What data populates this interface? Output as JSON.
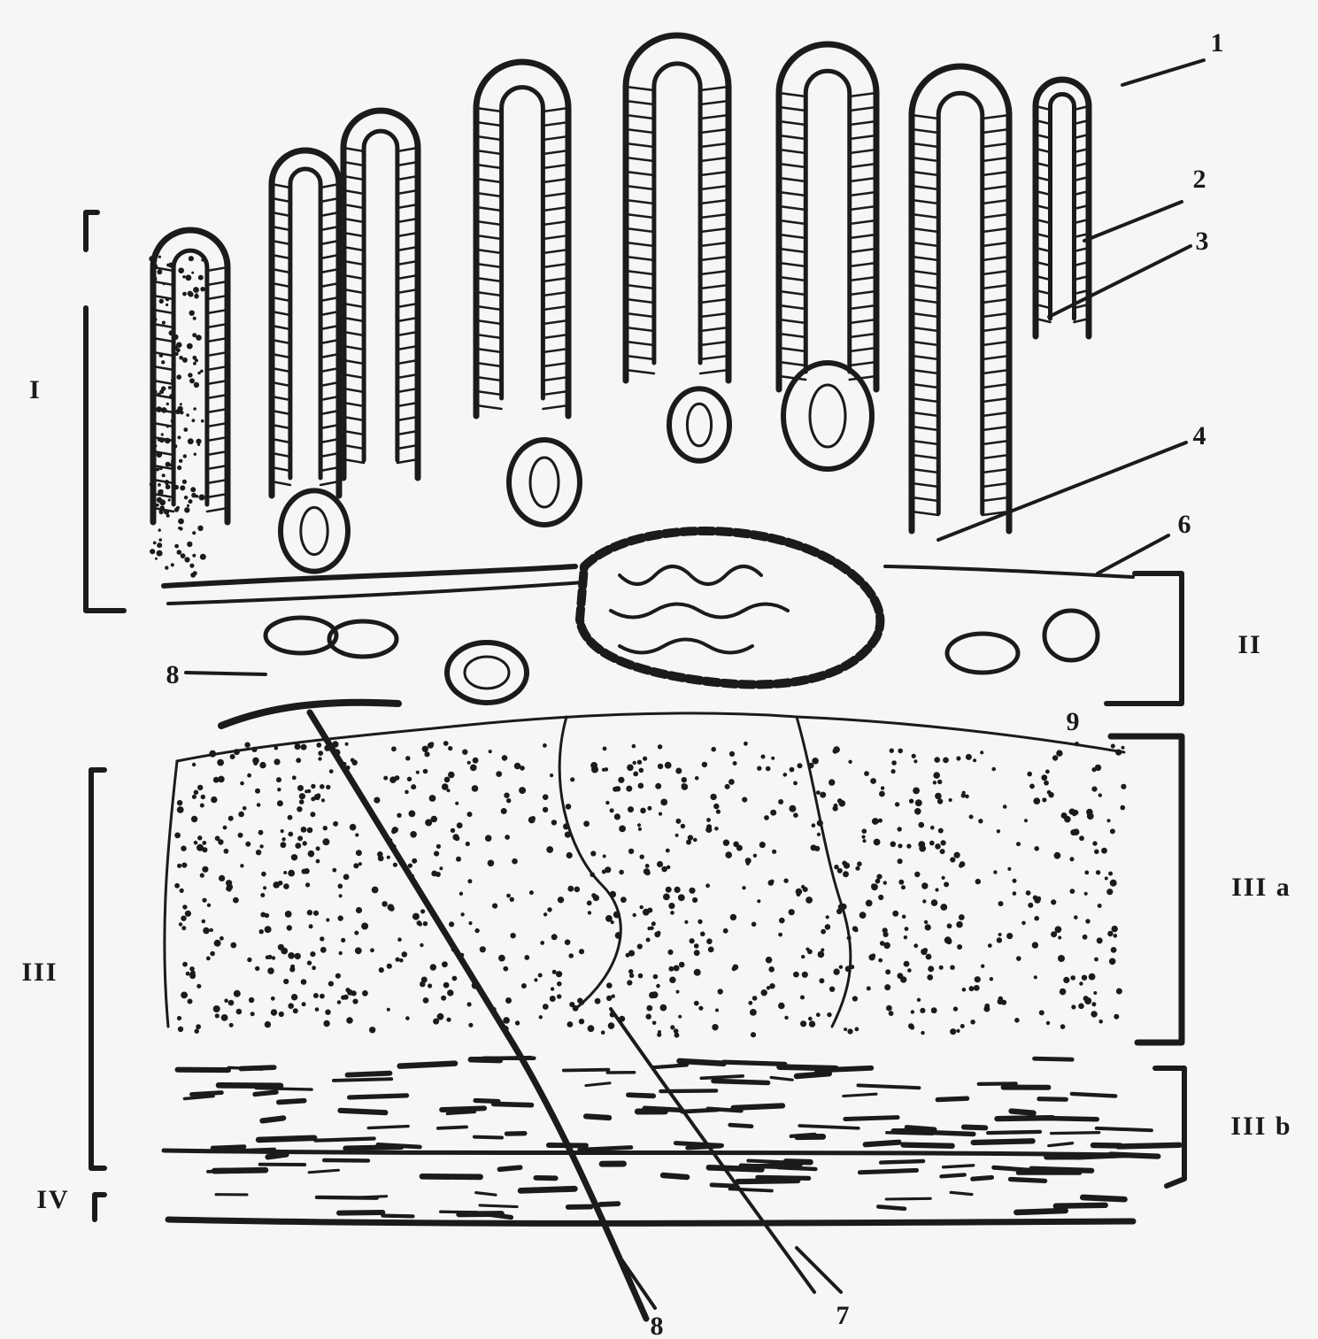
{
  "figure": {
    "callout_labels": [
      "1",
      "2",
      "3",
      "4",
      "6",
      "8",
      "9",
      "8",
      "7"
    ],
    "layer_labels": {
      "mucosa": "I",
      "submucosa": "II",
      "muscularis": "III",
      "muscularis_inner": "III a",
      "muscularis_outer": "III b",
      "serosa": "IV"
    },
    "colors": {
      "ink": "#1b1b1b",
      "paper": "#f6f6f4"
    }
  }
}
